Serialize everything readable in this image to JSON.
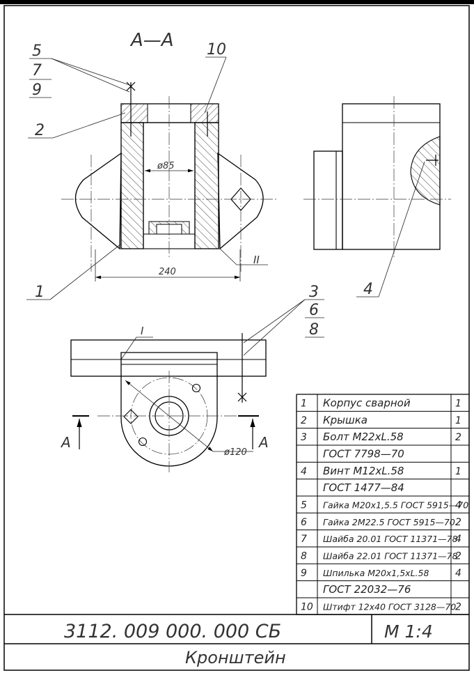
{
  "section_label": "A—A",
  "leaders": {
    "l5": "5",
    "l7": "7",
    "l9": "9",
    "l10": "10",
    "l2": "2",
    "l1": "1",
    "l3": "3",
    "l6": "6",
    "l8": "8",
    "l4": "4"
  },
  "dimensions": {
    "bore": "ø85",
    "width": "240",
    "circle": "ø120"
  },
  "detail_marks": {
    "d2": "II",
    "d1": "I"
  },
  "cut_marks": {
    "left": "A",
    "right": "A"
  },
  "spec_rows": [
    {
      "pos": "1",
      "name": "Корпус сварной",
      "qty": "1"
    },
    {
      "pos": "2",
      "name": "Крышка",
      "qty": "1"
    },
    {
      "pos": "3",
      "name": "Болт  М22xL.58",
      "qty": "2"
    },
    {
      "pos": "",
      "name": "ГОСТ 7798—70",
      "qty": ""
    },
    {
      "pos": "4",
      "name": "Винт  М12xL.58",
      "qty": "1"
    },
    {
      "pos": "",
      "name": "ГОСТ 1477—84",
      "qty": ""
    },
    {
      "pos": "5",
      "name": "Гайка М20x1,5.5  ГОСТ 5915—70",
      "qty": "4"
    },
    {
      "pos": "6",
      "name": "Гайка 2М22.5  ГОСТ 5915—70",
      "qty": "2"
    },
    {
      "pos": "7",
      "name": "Шайба 20.01  ГОСТ 11371—78",
      "qty": "4"
    },
    {
      "pos": "8",
      "name": "Шайба 22.01  ГОСТ 11371—78",
      "qty": "2"
    },
    {
      "pos": "9",
      "name": "Шпилька  М20x1,5xL.58",
      "qty": "4"
    },
    {
      "pos": "",
      "name": "ГОСТ 22032—76",
      "qty": ""
    },
    {
      "pos": "10",
      "name": "Штифт 12x40  ГОСТ 3128—70",
      "qty": "2"
    }
  ],
  "title_block": {
    "designation": "3112. 009 000. 000 СБ",
    "scale": "М 1:4",
    "name": "Кронштейн"
  }
}
